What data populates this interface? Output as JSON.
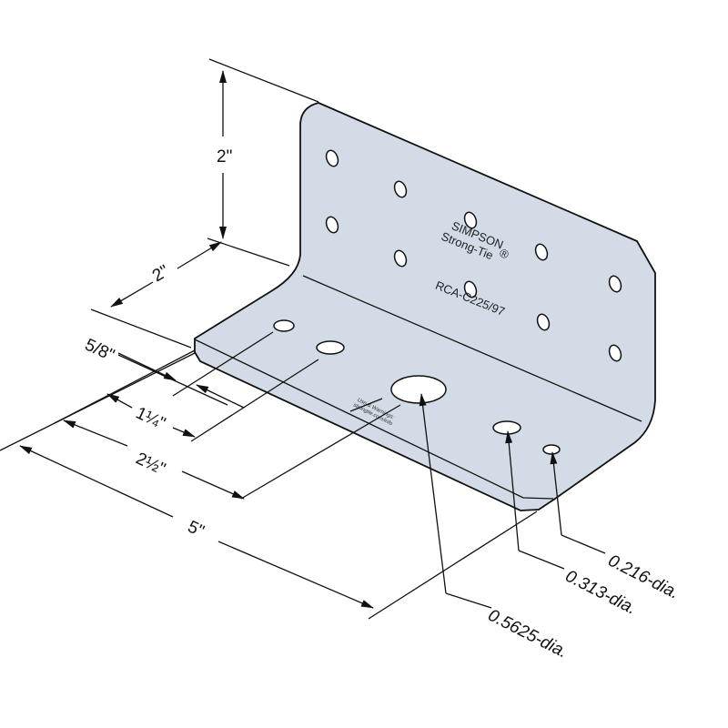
{
  "product": {
    "brand_line1": "SIMPSON",
    "brand_line2": "Strong-Tie",
    "registered_mark": "®",
    "model": "RCA-C225/97",
    "flange_note_line1": "Use & Warnings:",
    "flange_note_line2": "strongtie.com/info"
  },
  "dimensions": {
    "height": "2\"",
    "depth": "2\"",
    "edge_offset": "5/8\"",
    "small_spacing": "1¼\"",
    "center_distance": "2½\"",
    "length": "5\""
  },
  "callouts": {
    "large_hole": "0.5625-dia.",
    "medium_hole": "0.313-dia.",
    "small_hole": "0.216-dia."
  },
  "colors": {
    "metal": "#d3dce6",
    "edge": "#111111"
  }
}
